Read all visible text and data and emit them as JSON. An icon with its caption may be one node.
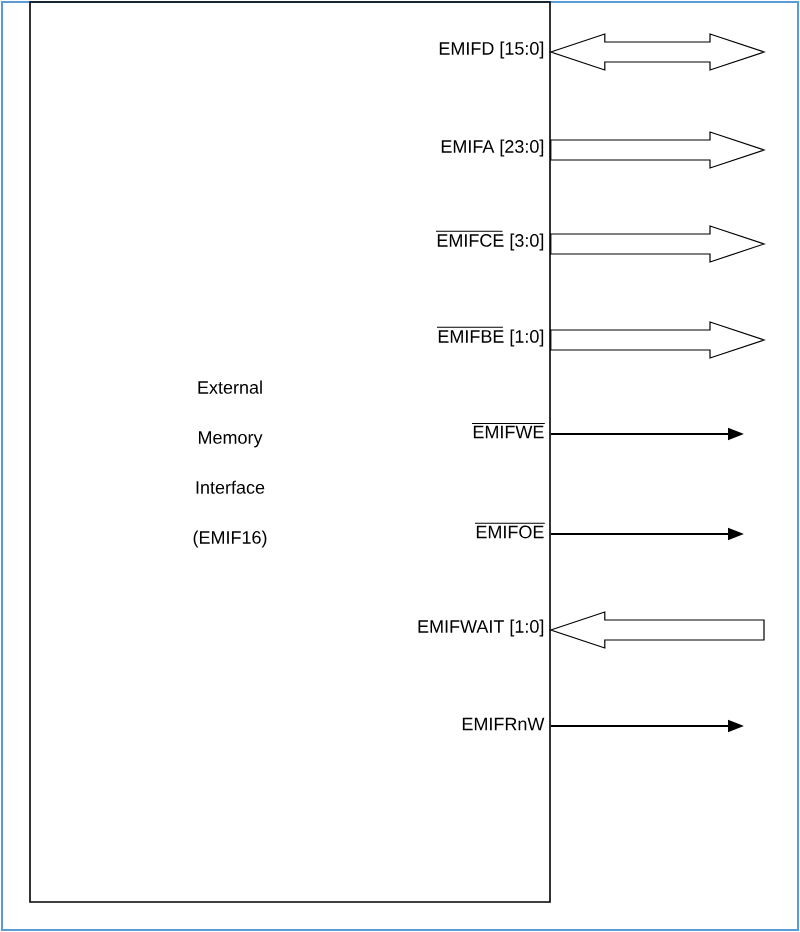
{
  "diagram": {
    "nodes": [
      {
        "text": [
          "External Memory Interface (EMIF16)"
        ]
      },
      {
        "text": [
          "EMIFD [15:0]"
        ],
        "in": 0
      },
      {
        "text": [
          "EMIFA [23:0]"
        ],
        "in": 0
      },
      {
        "text": [
          "EMIFCE [3:0]"
        ],
        "in": 0
      },
      {
        "text": [
          "EMIFBE [1:0]"
        ],
        "in": 0
      },
      {
        "text": [
          "EMIFWE"
        ],
        "in": 0
      },
      {
        "text": [
          "EMIFOE"
        ],
        "in": 0
      },
      {
        "text": [
          "EMIFWAIT [1:0]"
        ],
        "in": 0
      },
      {
        "text": [
          "EMIFRnW"
        ],
        "in": 0
      }
    ],
    "edges": [
      {
        "from": 1,
        "to": null,
        "arrow": "both",
        "style": "thick"
      },
      {
        "from": 2,
        "to": null,
        "arrow": "to",
        "style": "thick"
      },
      {
        "from": 3,
        "to": null,
        "arrow": "to",
        "style": "thick"
      },
      {
        "from": 4,
        "to": null,
        "arrow": "to",
        "style": "thick"
      },
      {
        "from": 5,
        "to": null,
        "arrow": "to"
      },
      {
        "from": 6,
        "to": null,
        "arrow": "to"
      },
      {
        "from": null,
        "to": 7,
        "arrow": "to",
        "style": "thick"
      },
      {
        "from": 8,
        "to": null,
        "arrow": "to"
      }
    ]
  }
}
